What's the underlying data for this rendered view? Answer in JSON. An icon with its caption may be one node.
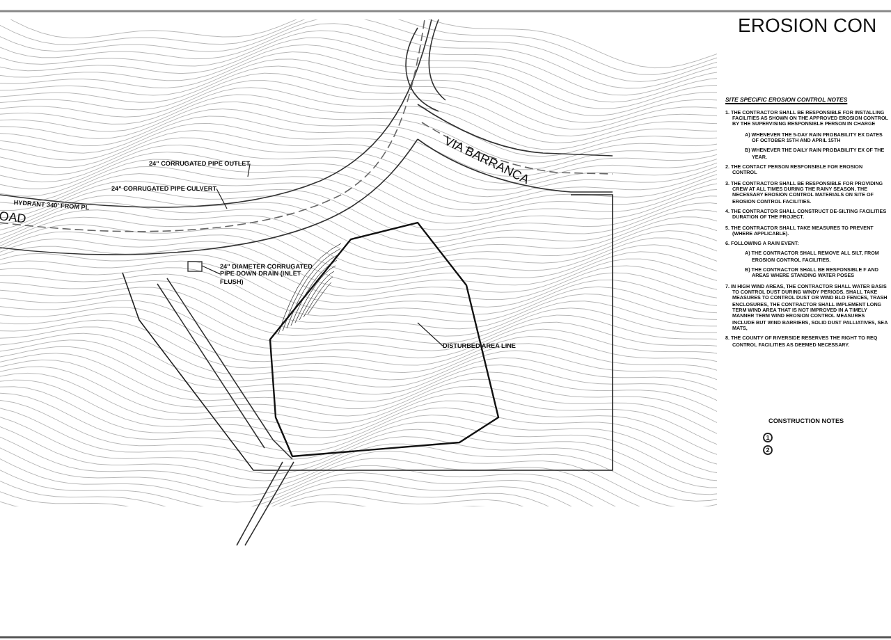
{
  "diagram": {
    "title": "EROSION CON",
    "nodes": [
      {
        "text": [
          "24\" CORRUGATED PIPE OUTLET"
        ]
      },
      {
        "text": [
          "24\" CORRUGATED PIPE CULVERT"
        ]
      },
      {
        "text": [
          "24\" DIAMETER CORRUGATED PIPE DOWN DRAIN (INLET FLUSH)"
        ]
      },
      {
        "text": [
          "DISTURBED AREA LINE"
        ]
      }
    ],
    "edges": [
      {
        "from": 0,
        "to": null,
        "arrow": "none"
      },
      {
        "from": 1,
        "to": null,
        "arrow": "none"
      },
      {
        "from": 2,
        "to": null,
        "arrow": "none"
      },
      {
        "from": 3,
        "to": null,
        "arrow": "none"
      }
    ],
    "labels": [
      "VIA BARRANCA",
      "OAD",
      "HYDRANT 340' FROM PL",
      "SITE SPECIFIC EROSION CONTROL NOTES",
      "1. THE CONTRACTOR SHALL BE RESPONSIBLE FOR INSTALLING FACILITIES AS SHOWN ON THE APPROVED EROSION CONTROL BY THE SUPERVISING RESPONSIBLE PERSON IN CHARGE",
      "A) WHENEVER THE 5-DAY RAIN PROBABILITY EX DATES OF OCTOBER 15TH AND APRIL 15TH",
      "B) WHENEVER THE DAILY RAIN PROBABILITY EX OF THE YEAR.",
      "2. THE CONTACT PERSON RESPONSIBLE FOR EROSION CONTROL",
      "3. THE CONTRACTOR SHALL BE RESPONSIBLE FOR PROVIDING CREW AT ALL TIMES DURING THE RAINY SEASON. THE NECESSARY EROSION CONTROL MATERIALS ON SITE OF EROSION CONTROL FACILITIES.",
      "4. THE CONTRACTOR SHALL CONSTRUCT DE-SILTING FACILITIES DURATION OF THE PROJECT.",
      "5. THE CONTRACTOR SHALL TAKE MEASURES TO PREVENT (WHERE APPLICABLE).",
      "6. FOLLOWING A RAIN EVENT:",
      "A) THE CONTRACTOR SHALL REMOVE ALL SILT, FROM EROSION CONTROL FACILITIES.",
      "B) THE CONTRACTOR SHALL BE RESPONSIBLE F AND AREAS WHERE STANDING WATER POSES",
      "7. IN HIGH WIND AREAS, THE CONTRACTOR SHALL WATER BASIS TO CONTROL DUST DURING WINDY PERIODS. SHALL TAKE MEASURES TO CONTROL DUST OR WIND BLO FENCES, TRASH ENCLOSURES, THE CONTRACTOR SHALL IMPLEMENT LONG TERM WIND AREA THAT IS NOT IMPROVED IN A TIMELY MANNER TERM WIND EROSION CONTROL MEASURES INCLUDE BUT WIND BARRIERS, SOLID DUST PALLIATIVES, SEA MATS,",
      "8. THE COUNTY OF RIVERSIDE RESERVES THE RIGHT TO REQ CONTROL FACILITIES AS DEEMED NECESSARY.",
      "CONSTRUCTION NOTES",
      "1",
      "2"
    ]
  }
}
